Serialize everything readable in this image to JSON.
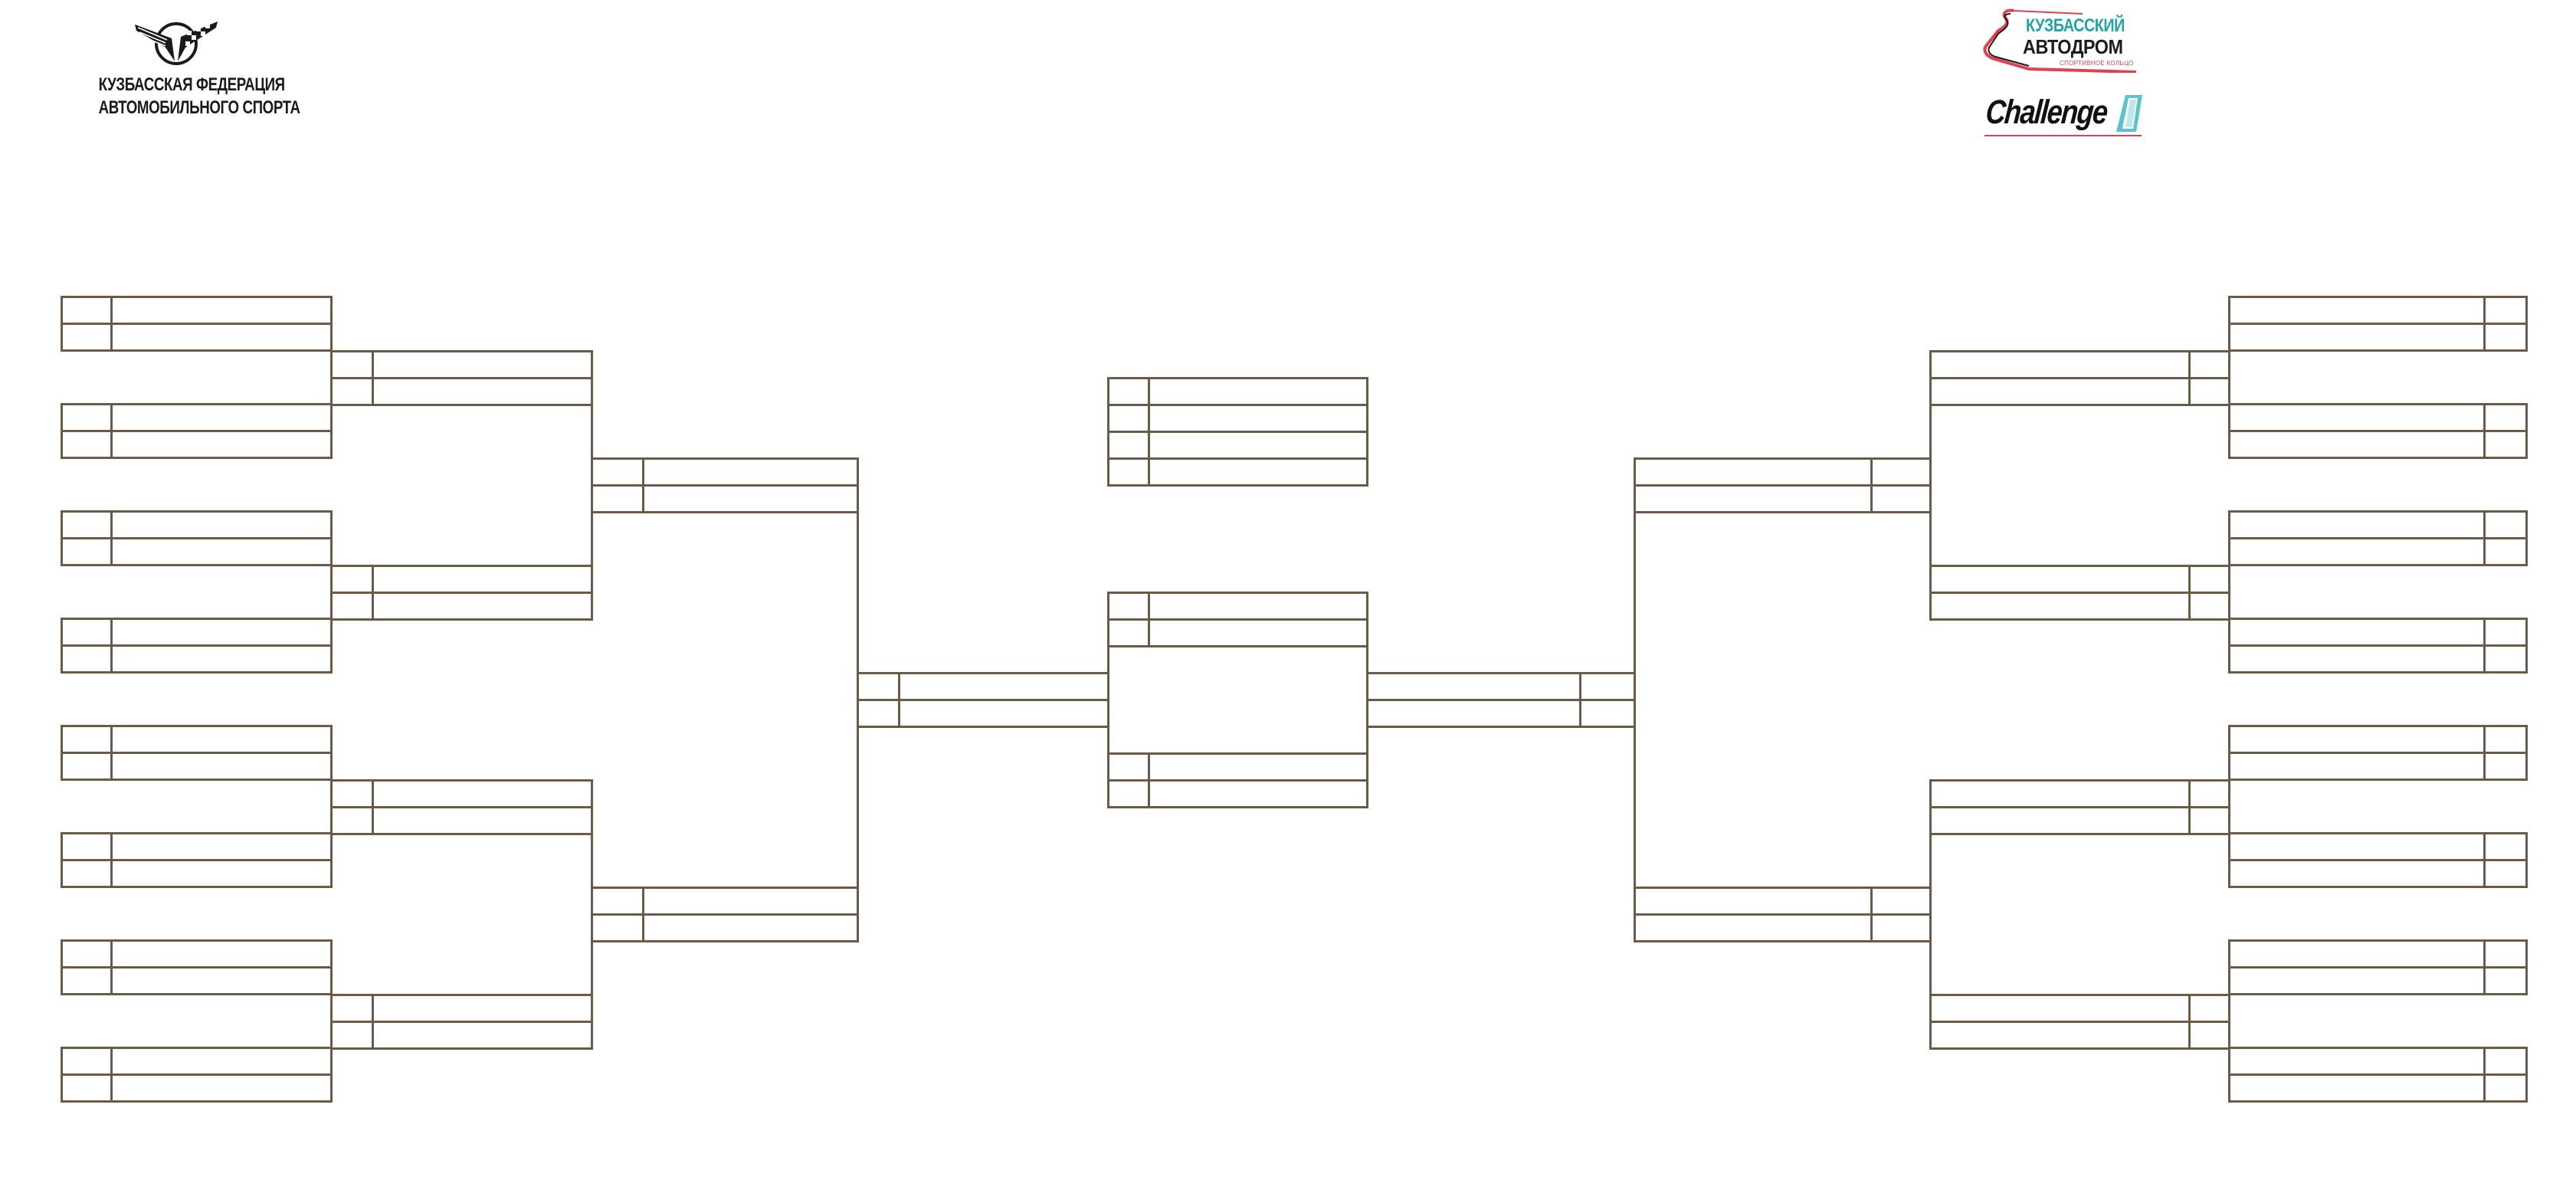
{
  "header": {
    "federation": {
      "logo_icon": "winged-checkered-flag-emblem-icon",
      "title_line1": "КУЗБАССКАЯ ФЕДЕРАЦИЯ",
      "title_line2": "АВТОМОБИЛЬНОГО СПОРТА"
    },
    "autodrome": {
      "logo_icon": "race-track-outline-icon",
      "name_line1": "КУЗБАССКИЙ",
      "name_line2": "АВТОДРОМ",
      "subtitle": "СПОРТИВНОЕ КОЛЬЦО",
      "accent_color": "#1ea5a8",
      "secondary_color": "#e0404f"
    },
    "challenge": {
      "text": "Challenge",
      "logo_icon": "striped-tab-icon",
      "stripe_color": "#5bc3c9",
      "underline_color": "#e0404f"
    }
  },
  "bracket": {
    "line_color": "#6b5a45",
    "left": {
      "round1": [
        {
          "slots": [
            {
              "score": "",
              "name": ""
            },
            {
              "score": "",
              "name": ""
            }
          ]
        },
        {
          "slots": [
            {
              "score": "",
              "name": ""
            },
            {
              "score": "",
              "name": ""
            }
          ]
        },
        {
          "slots": [
            {
              "score": "",
              "name": ""
            },
            {
              "score": "",
              "name": ""
            }
          ]
        },
        {
          "slots": [
            {
              "score": "",
              "name": ""
            },
            {
              "score": "",
              "name": ""
            }
          ]
        },
        {
          "slots": [
            {
              "score": "",
              "name": ""
            },
            {
              "score": "",
              "name": ""
            }
          ]
        },
        {
          "slots": [
            {
              "score": "",
              "name": ""
            },
            {
              "score": "",
              "name": ""
            }
          ]
        },
        {
          "slots": [
            {
              "score": "",
              "name": ""
            },
            {
              "score": "",
              "name": ""
            }
          ]
        },
        {
          "slots": [
            {
              "score": "",
              "name": ""
            },
            {
              "score": "",
              "name": ""
            }
          ]
        }
      ],
      "round2": [
        {
          "slots": [
            {
              "score": "",
              "name": ""
            },
            {
              "score": "",
              "name": ""
            }
          ]
        },
        {
          "slots": [
            {
              "score": "",
              "name": ""
            },
            {
              "score": "",
              "name": ""
            }
          ]
        },
        {
          "slots": [
            {
              "score": "",
              "name": ""
            },
            {
              "score": "",
              "name": ""
            }
          ]
        },
        {
          "slots": [
            {
              "score": "",
              "name": ""
            },
            {
              "score": "",
              "name": ""
            }
          ]
        }
      ],
      "round3": [
        {
          "slots": [
            {
              "score": "",
              "name": ""
            },
            {
              "score": "",
              "name": ""
            }
          ]
        },
        {
          "slots": [
            {
              "score": "",
              "name": ""
            },
            {
              "score": "",
              "name": ""
            }
          ]
        }
      ],
      "semifinal": [
        {
          "slots": [
            {
              "score": "",
              "name": ""
            },
            {
              "score": "",
              "name": ""
            }
          ]
        }
      ]
    },
    "right": {
      "round1": [
        {
          "slots": [
            {
              "score": "",
              "name": ""
            },
            {
              "score": "",
              "name": ""
            }
          ]
        },
        {
          "slots": [
            {
              "score": "",
              "name": ""
            },
            {
              "score": "",
              "name": ""
            }
          ]
        },
        {
          "slots": [
            {
              "score": "",
              "name": ""
            },
            {
              "score": "",
              "name": ""
            }
          ]
        },
        {
          "slots": [
            {
              "score": "",
              "name": ""
            },
            {
              "score": "",
              "name": ""
            }
          ]
        },
        {
          "slots": [
            {
              "score": "",
              "name": ""
            },
            {
              "score": "",
              "name": ""
            }
          ]
        },
        {
          "slots": [
            {
              "score": "",
              "name": ""
            },
            {
              "score": "",
              "name": ""
            }
          ]
        },
        {
          "slots": [
            {
              "score": "",
              "name": ""
            },
            {
              "score": "",
              "name": ""
            }
          ]
        },
        {
          "slots": [
            {
              "score": "",
              "name": ""
            },
            {
              "score": "",
              "name": ""
            }
          ]
        }
      ],
      "round2": [
        {
          "slots": [
            {
              "score": "",
              "name": ""
            },
            {
              "score": "",
              "name": ""
            }
          ]
        },
        {
          "slots": [
            {
              "score": "",
              "name": ""
            },
            {
              "score": "",
              "name": ""
            }
          ]
        },
        {
          "slots": [
            {
              "score": "",
              "name": ""
            },
            {
              "score": "",
              "name": ""
            }
          ]
        },
        {
          "slots": [
            {
              "score": "",
              "name": ""
            },
            {
              "score": "",
              "name": ""
            }
          ]
        }
      ],
      "round3": [
        {
          "slots": [
            {
              "score": "",
              "name": ""
            },
            {
              "score": "",
              "name": ""
            }
          ]
        },
        {
          "slots": [
            {
              "score": "",
              "name": ""
            },
            {
              "score": "",
              "name": ""
            }
          ]
        }
      ],
      "semifinal": [
        {
          "slots": [
            {
              "score": "",
              "name": ""
            },
            {
              "score": "",
              "name": ""
            }
          ]
        }
      ]
    },
    "podium": {
      "slots": [
        {
          "score": "",
          "name": ""
        },
        {
          "score": "",
          "name": ""
        },
        {
          "score": "",
          "name": ""
        },
        {
          "score": "",
          "name": ""
        }
      ]
    },
    "final": {
      "top_slots": [
        {
          "score": "",
          "name": ""
        },
        {
          "score": "",
          "name": ""
        }
      ],
      "bottom_slots": [
        {
          "score": "",
          "name": ""
        },
        {
          "score": "",
          "name": ""
        }
      ]
    }
  }
}
